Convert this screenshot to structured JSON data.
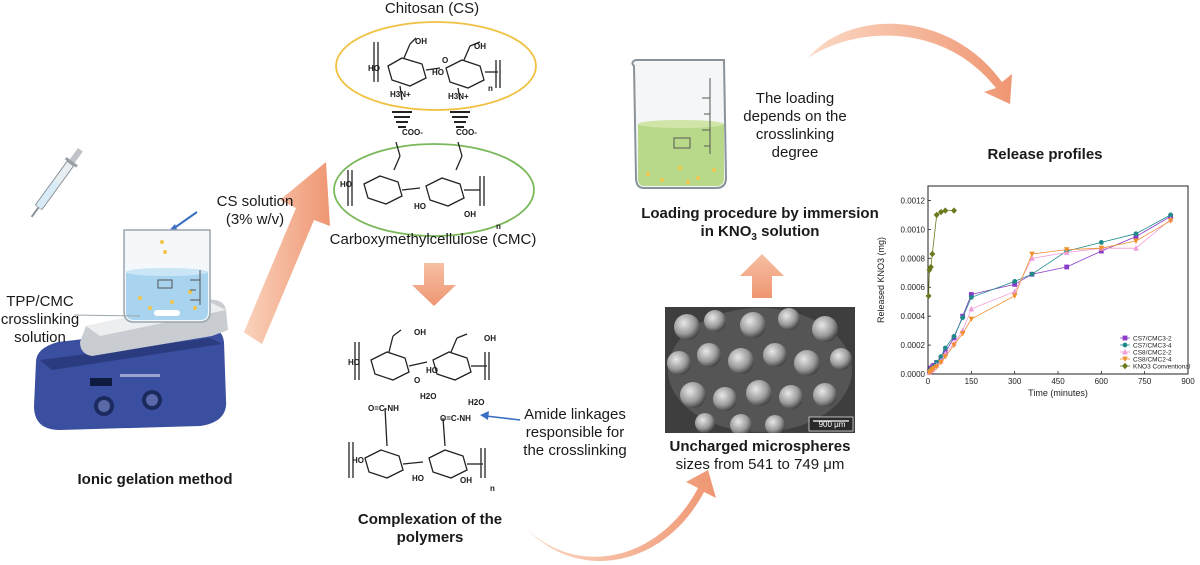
{
  "labels": {
    "cs_solution_1": "CS solution",
    "cs_solution_2": "(3% w/v)",
    "tpp_1": "TPP/CMC",
    "tpp_2": "crosslinking",
    "tpp_3": "solution",
    "ionic_gelation": "Ionic gelation method",
    "chitosan": "Chitosan (CS)",
    "cmc": "Carboxymethylcellulose (CMC)",
    "complexation_1": "Complexation of the",
    "complexation_2": "polymers",
    "amide_1": "Amide linkages",
    "amide_2": "responsible for",
    "amide_3": "the crosslinking",
    "loading_1": "The loading",
    "loading_2": "depends on the",
    "loading_3": "crosslinking",
    "loading_4": "degree",
    "loading_proc_1": "Loading procedure by immersion",
    "loading_proc_2_a": "in KNO",
    "loading_proc_2_sub": "3",
    "loading_proc_2_b": " solution",
    "microspheres_1": "Uncharged microspheres",
    "microspheres_2": "sizes from 541 to 749 μm",
    "scale_bar": "900 μm",
    "release_profiles": "Release profiles"
  },
  "chem": {
    "oh": "OH",
    "ho": "HO",
    "o": "O",
    "n": "n",
    "nh3": "H3N+",
    "coo": "COO-",
    "h2o": "H2O",
    "amide": "O=C-NH"
  },
  "colors": {
    "arrow": "#f2a884",
    "cs_oval": "#f0c040",
    "cmc_oval": "#7ab85a",
    "liquid_blue": "#a9d4f0",
    "liquid_green": "#b9d98a",
    "pointer": "#3a6fc4"
  },
  "chart_data": {
    "type": "line",
    "title": "",
    "xlabel": "Time (minutes)",
    "ylabel": "Released KNO3 (mg)",
    "xlim": [
      0,
      900
    ],
    "ylim": [
      0,
      0.0013
    ],
    "xticks": [
      "0",
      "150",
      "300",
      "450",
      "600",
      "750",
      "900"
    ],
    "yticks": [
      "0.0000",
      "0.0002",
      "0.0004",
      "0.0006",
      "0.0008",
      "0.0010",
      "0.0012"
    ],
    "legend_position": "lower-right",
    "series": [
      {
        "name": "CS7/CMC3-2",
        "color": "#8a3cc8",
        "marker": "square",
        "x": [
          5,
          10,
          15,
          20,
          30,
          45,
          60,
          90,
          120,
          150,
          300,
          360,
          480,
          600,
          720,
          840
        ],
        "y": [
          2e-05,
          4e-05,
          5e-05,
          6e-05,
          8e-05,
          0.00011,
          0.00015,
          0.00025,
          0.0004,
          0.00055,
          0.00062,
          0.00069,
          0.00074,
          0.00085,
          0.00095,
          0.00109
        ]
      },
      {
        "name": "CS7/CMC3-4",
        "color": "#1f8a8a",
        "marker": "circle",
        "x": [
          5,
          10,
          15,
          20,
          30,
          45,
          60,
          90,
          120,
          150,
          300,
          360,
          480,
          600,
          720,
          840
        ],
        "y": [
          2e-05,
          3e-05,
          4e-05,
          5e-05,
          8e-05,
          0.00012,
          0.00018,
          0.00026,
          0.00039,
          0.00053,
          0.00064,
          0.00069,
          0.00085,
          0.00091,
          0.00097,
          0.0011
        ]
      },
      {
        "name": "CS8/CMC2-2",
        "color": "#f09ad8",
        "marker": "triangle-up",
        "x": [
          5,
          10,
          15,
          20,
          30,
          45,
          60,
          90,
          120,
          150,
          300,
          360,
          480,
          600,
          720,
          840
        ],
        "y": [
          1e-05,
          2e-05,
          3e-05,
          4e-05,
          6e-05,
          9e-05,
          0.00014,
          0.00021,
          0.0003,
          0.00045,
          0.00057,
          0.0008,
          0.00084,
          0.00087,
          0.00087,
          0.00107
        ]
      },
      {
        "name": "CS8/CMC2-4",
        "color": "#f09030",
        "marker": "triangle-down",
        "x": [
          5,
          10,
          15,
          20,
          30,
          45,
          60,
          90,
          120,
          150,
          300,
          360,
          480,
          600,
          720,
          840
        ],
        "y": [
          1e-05,
          2e-05,
          3e-05,
          4e-05,
          5e-05,
          8e-05,
          0.00012,
          0.0002,
          0.00028,
          0.00038,
          0.00054,
          0.00083,
          0.00086,
          0.00087,
          0.00092,
          0.00106
        ]
      },
      {
        "name": "KNO3 Conventional",
        "color": "#6b7a1e",
        "marker": "diamond",
        "x": [
          2,
          5,
          10,
          15,
          30,
          45,
          60,
          90
        ],
        "y": [
          0.00054,
          0.00072,
          0.00074,
          0.00083,
          0.0011,
          0.00112,
          0.00113,
          0.00113
        ]
      }
    ]
  }
}
